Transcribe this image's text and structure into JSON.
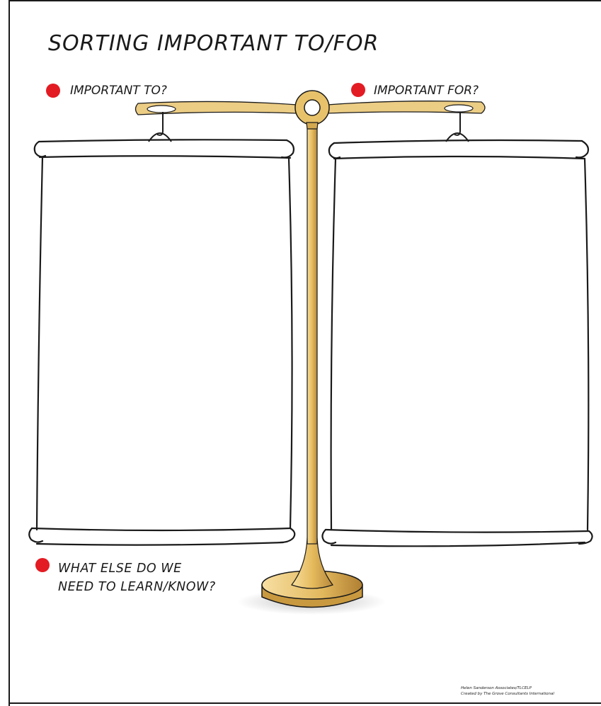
{
  "title": "SORTING IMPORTANT TO/FOR",
  "labels": {
    "left": "IMPORTANT TO?",
    "right": "IMPORTANT FOR?",
    "bottom_line1": "WHAT ELSE DO WE",
    "bottom_line2": "NEED TO LEARN/KNOW?"
  },
  "credit": {
    "line1": "Helen Sanderson Associates/TLCELP",
    "line2": "Created by The Grove Consultants International"
  },
  "colors": {
    "bullet": "#e31b23",
    "gold": "#e8c26a",
    "gold_dark": "#b8893a",
    "ink": "#1a1a1a"
  }
}
